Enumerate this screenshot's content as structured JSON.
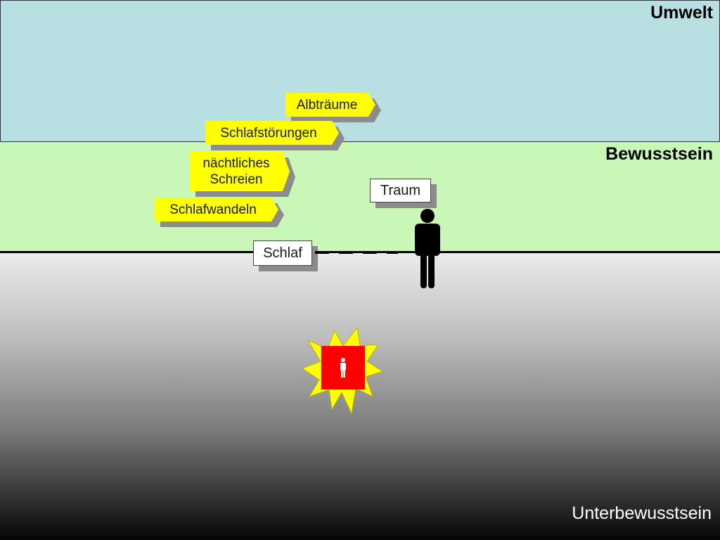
{
  "zones": {
    "umwelt": "Umwelt",
    "bewusstsein": "Bewusstsein",
    "unterbewusstsein": "Unterbewusstsein"
  },
  "arrows": {
    "albtraeume": "Albträume",
    "schlafstoerungen": "Schlafstörungen",
    "naechtliches_line1": "nächtliches",
    "naechtliches_line2": "Schreien",
    "schlafwandeln": "Schlafwandeln"
  },
  "boxes": {
    "traum": "Traum",
    "schlaf": "Schlaf"
  },
  "icons": {
    "standing_person": "person-icon",
    "burst": "explosion-burst-icon",
    "small_person": "person-icon"
  },
  "colors": {
    "umwelt": "#b8dfe2",
    "bewusstsein": "#c8f7b8",
    "arrow_fill": "#ffff00",
    "burst_fill": "#ffff00",
    "burst_square": "#ff0000"
  }
}
